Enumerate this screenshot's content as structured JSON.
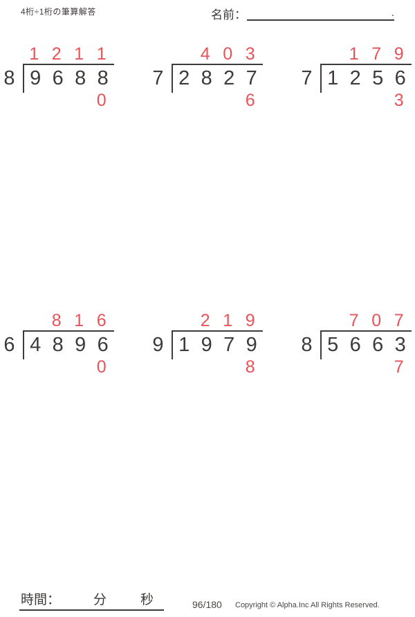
{
  "page": {
    "title": "4桁÷1桁の筆算解答",
    "name_label": "名前：",
    "name_line_end": "."
  },
  "colors": {
    "answer_red": "#e85359",
    "ink_black": "#3e3a39"
  },
  "problems": [
    {
      "divisor": "8",
      "dividend": "9688",
      "quotient": "1211",
      "remainder": "0"
    },
    {
      "divisor": "7",
      "dividend": "2827",
      "quotient": "403",
      "remainder": "6"
    },
    {
      "divisor": "7",
      "dividend": "1256",
      "quotient": "179",
      "remainder": "3"
    },
    {
      "divisor": "6",
      "dividend": "4896",
      "quotient": "816",
      "remainder": "0"
    },
    {
      "divisor": "9",
      "dividend": "1979",
      "quotient": "219",
      "remainder": "8"
    },
    {
      "divisor": "8",
      "dividend": "5663",
      "quotient": "707",
      "remainder": "7"
    }
  ],
  "layout": {
    "column_lefts": [
      2,
      217,
      432
    ],
    "row_tops": [
      64,
      449
    ]
  },
  "footer": {
    "time_label": "時間：",
    "minutes_label": "分",
    "seconds_label": "秒",
    "page_number": "96/180",
    "copyright": "Copyright © Alpha.Inc All Rights Reserved."
  }
}
